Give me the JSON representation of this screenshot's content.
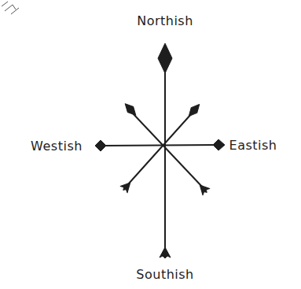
{
  "diagram": {
    "labels": [
      "Northish",
      "Westish",
      "Eastish",
      "Southish"
    ]
  }
}
